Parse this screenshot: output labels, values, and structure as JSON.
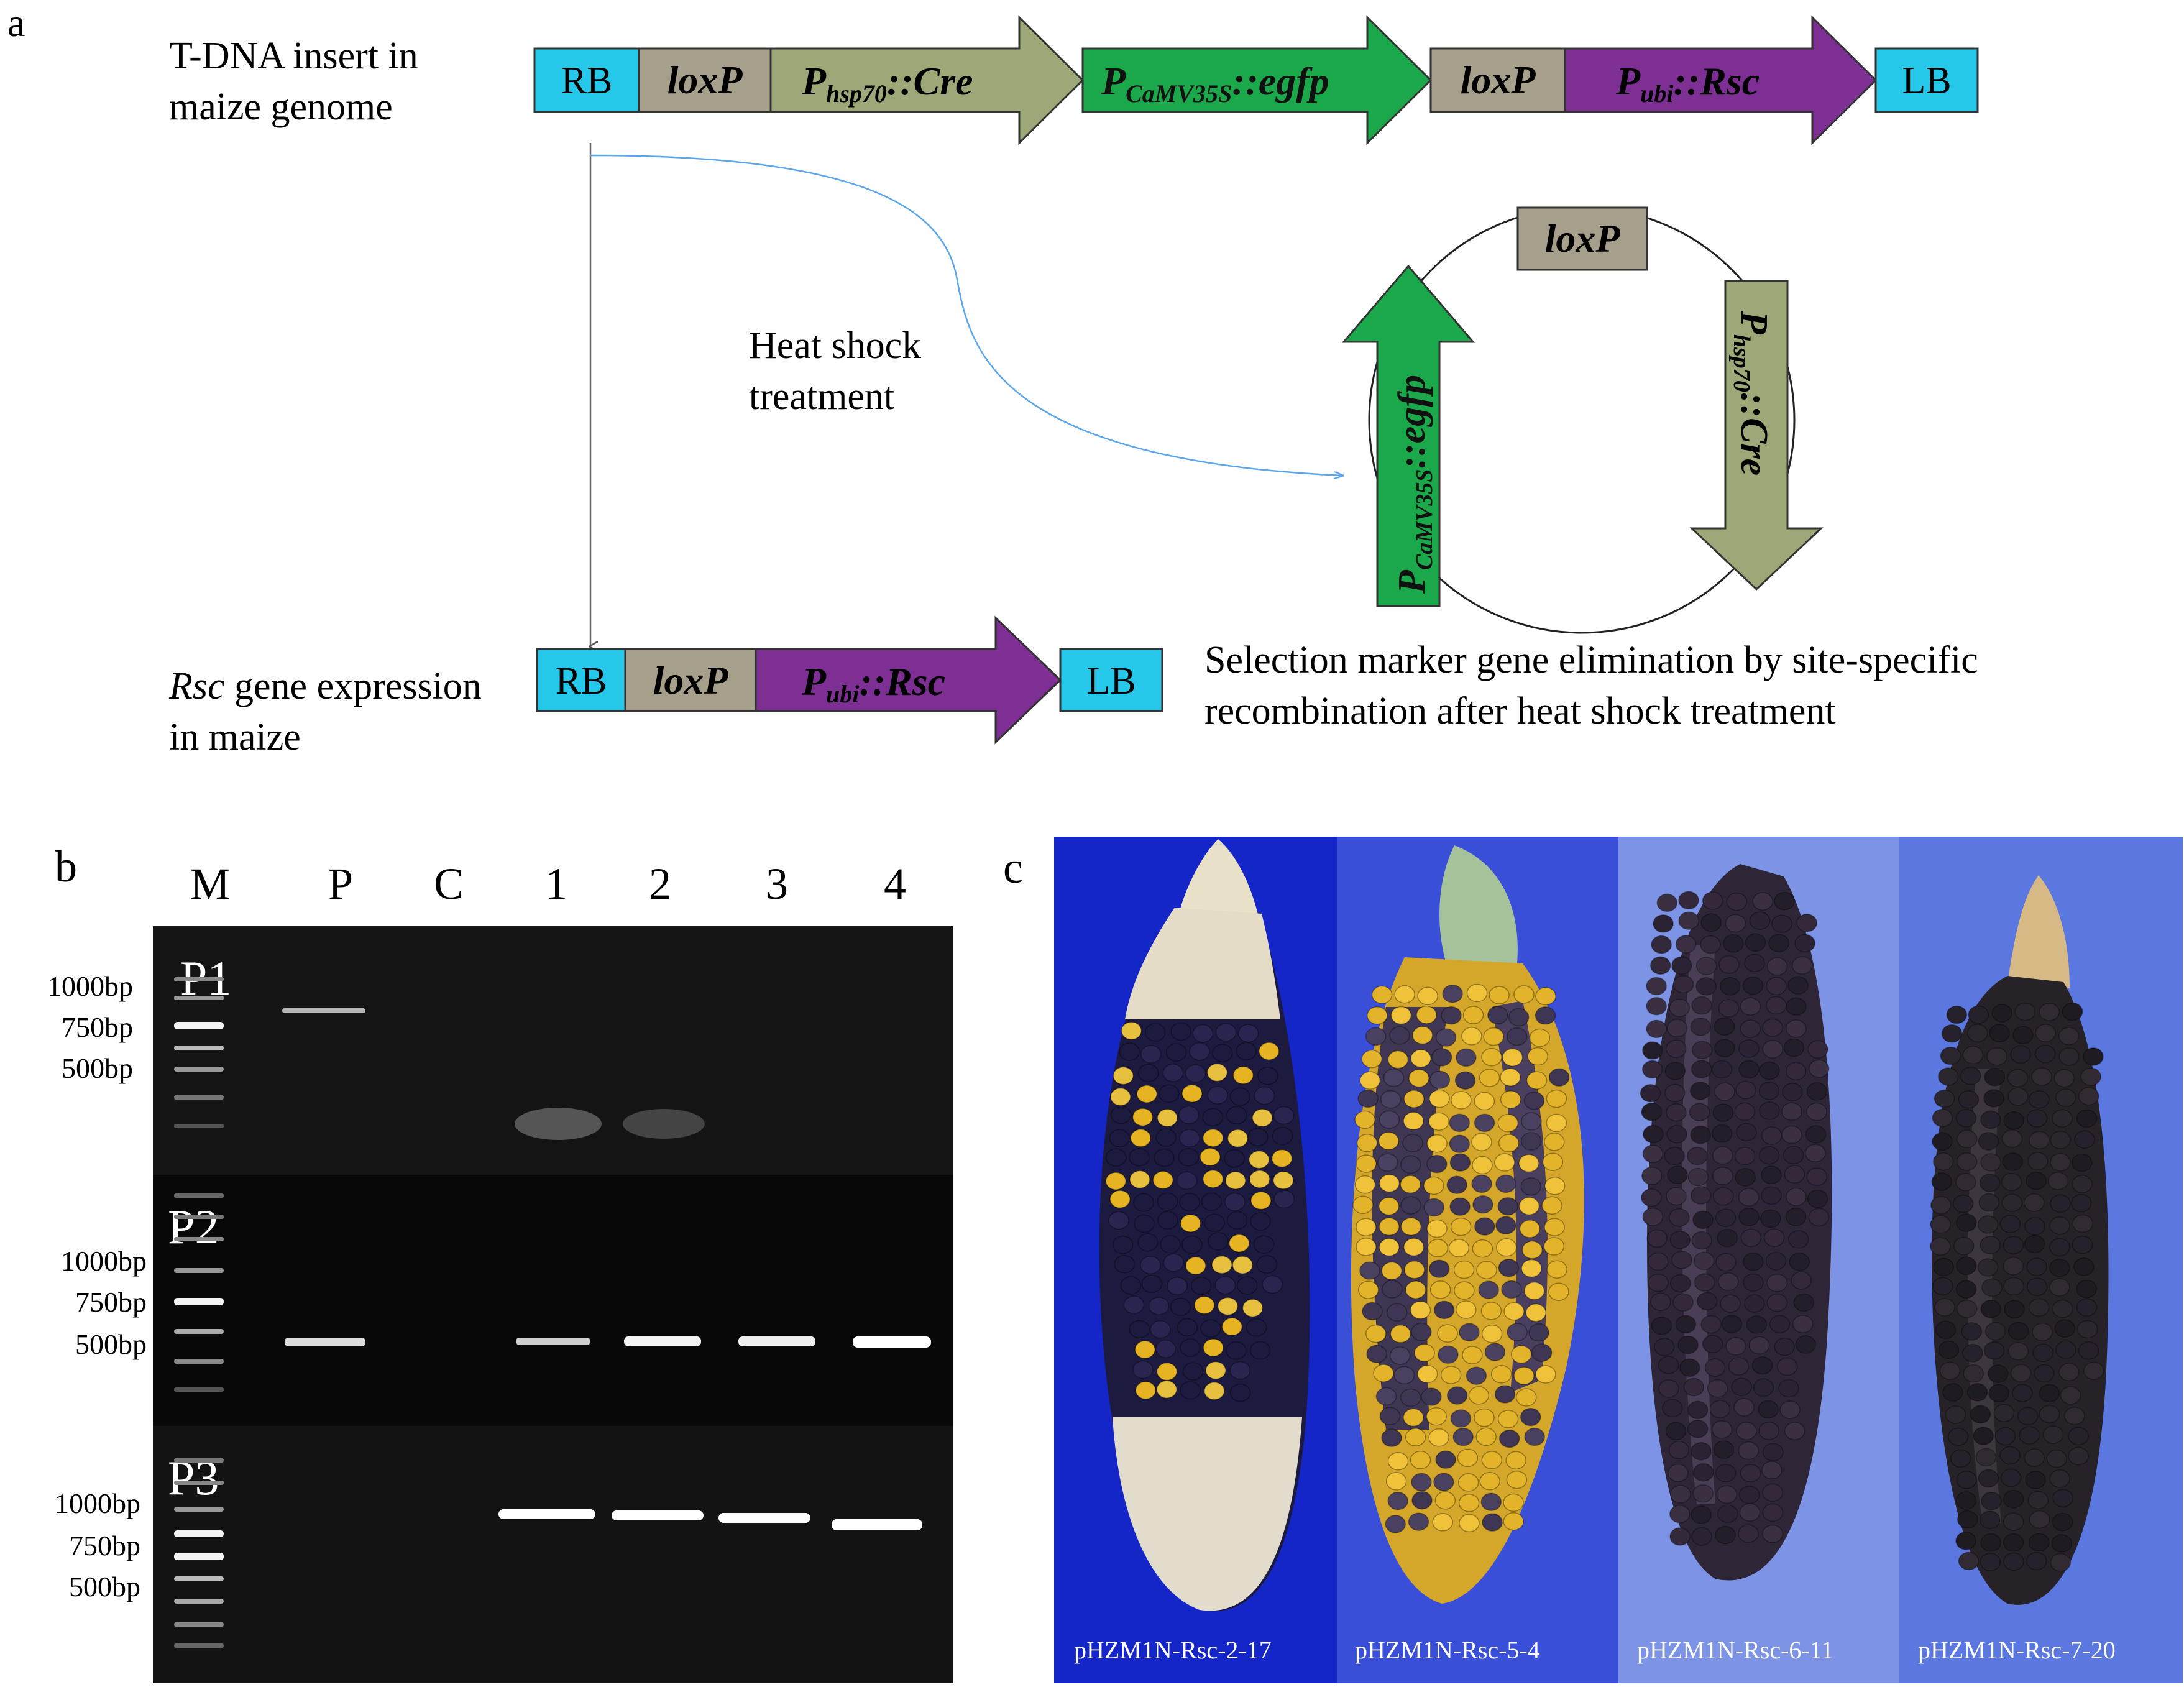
{
  "panel_a": {
    "label": "a",
    "top_caption": [
      "T-DNA insert in",
      "maize genome"
    ],
    "rb": "RB",
    "lb": "LB",
    "loxp": "loxP",
    "hsp_prefix": "P",
    "hsp_sub": "hsp70",
    "hsp_suffix": "::Cre",
    "camv_prefix": "P",
    "camv_sub": "CaMV35S",
    "camv_suffix": "::egfp",
    "ubi_prefix": "P",
    "ubi_sub": "ubi",
    "ubi_suffix": "::Rsc",
    "heat_shock": [
      "Heat shock",
      "treatment"
    ],
    "bottom_caption_italic": "Rsc",
    "bottom_caption_line1_rest": " gene expression",
    "bottom_caption_line2": "in maize",
    "elimination": [
      "Selection marker gene elimination by site-specific",
      "recombination after heat shock treatment"
    ],
    "colors": {
      "border_cyan": "#25c8e8",
      "loxp_gray": "#a69f8c",
      "hsp_olive": "#9da878",
      "camv_green": "#1aa84a",
      "ubi_purple": "#7e2f94"
    }
  },
  "panel_b": {
    "label": "b",
    "lane_labels": [
      "M",
      "P",
      "C",
      "1",
      "2",
      "3",
      "4"
    ],
    "gels": [
      {
        "name": "P1",
        "ladder": [
          "1000bp",
          "750bp",
          "500bp"
        ]
      },
      {
        "name": "P2",
        "ladder": [
          "1000bp",
          "750bp",
          "500bp"
        ]
      },
      {
        "name": "P3",
        "ladder": [
          "1000bp",
          "750bp",
          "500bp"
        ]
      }
    ]
  },
  "panel_c": {
    "label": "c",
    "photos": [
      {
        "caption": "pHZM1N-Rsc-2-17",
        "bg": "#1526c8"
      },
      {
        "caption": "pHZM1N-Rsc-5-4",
        "bg": "#3a4fd8"
      },
      {
        "caption": "pHZM1N-Rsc-6-11",
        "bg": "#7a92e6"
      },
      {
        "caption": "pHZM1N-Rsc-7-20",
        "bg": "#5a76e0"
      }
    ]
  }
}
